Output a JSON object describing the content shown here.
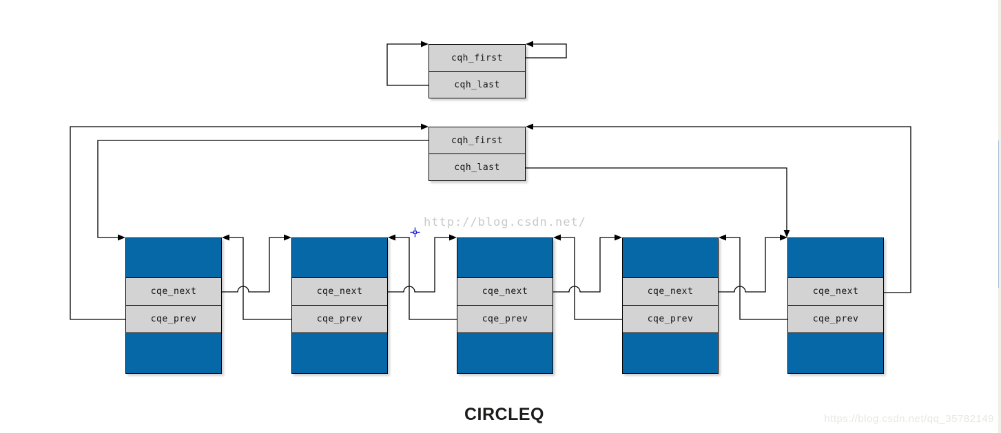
{
  "title": "CIRCLEQ",
  "empty_head": {
    "first_label": "cqh_first",
    "last_label": "cqh_last"
  },
  "head": {
    "first_label": "cqh_first",
    "last_label": "cqh_last"
  },
  "nodes": [
    {
      "next_label": "cqe_next",
      "prev_label": "cqe_prev"
    },
    {
      "next_label": "cqe_next",
      "prev_label": "cqe_prev"
    },
    {
      "next_label": "cqe_next",
      "prev_label": "cqe_prev"
    },
    {
      "next_label": "cqe_next",
      "prev_label": "cqe_prev"
    },
    {
      "next_label": "cqe_next",
      "prev_label": "cqe_prev"
    }
  ],
  "watermarks": {
    "center": "http://blog.csdn.net/",
    "corner": "https://blog.csdn.net/qq_35782149"
  },
  "colors": {
    "node_fill": "#0768a7",
    "cell_fill": "#d3d3d3",
    "line": "#000000",
    "center_watermark": "#c9c9c9",
    "corner_watermark": "#e9e7e0",
    "cursor": "#2222dd"
  }
}
